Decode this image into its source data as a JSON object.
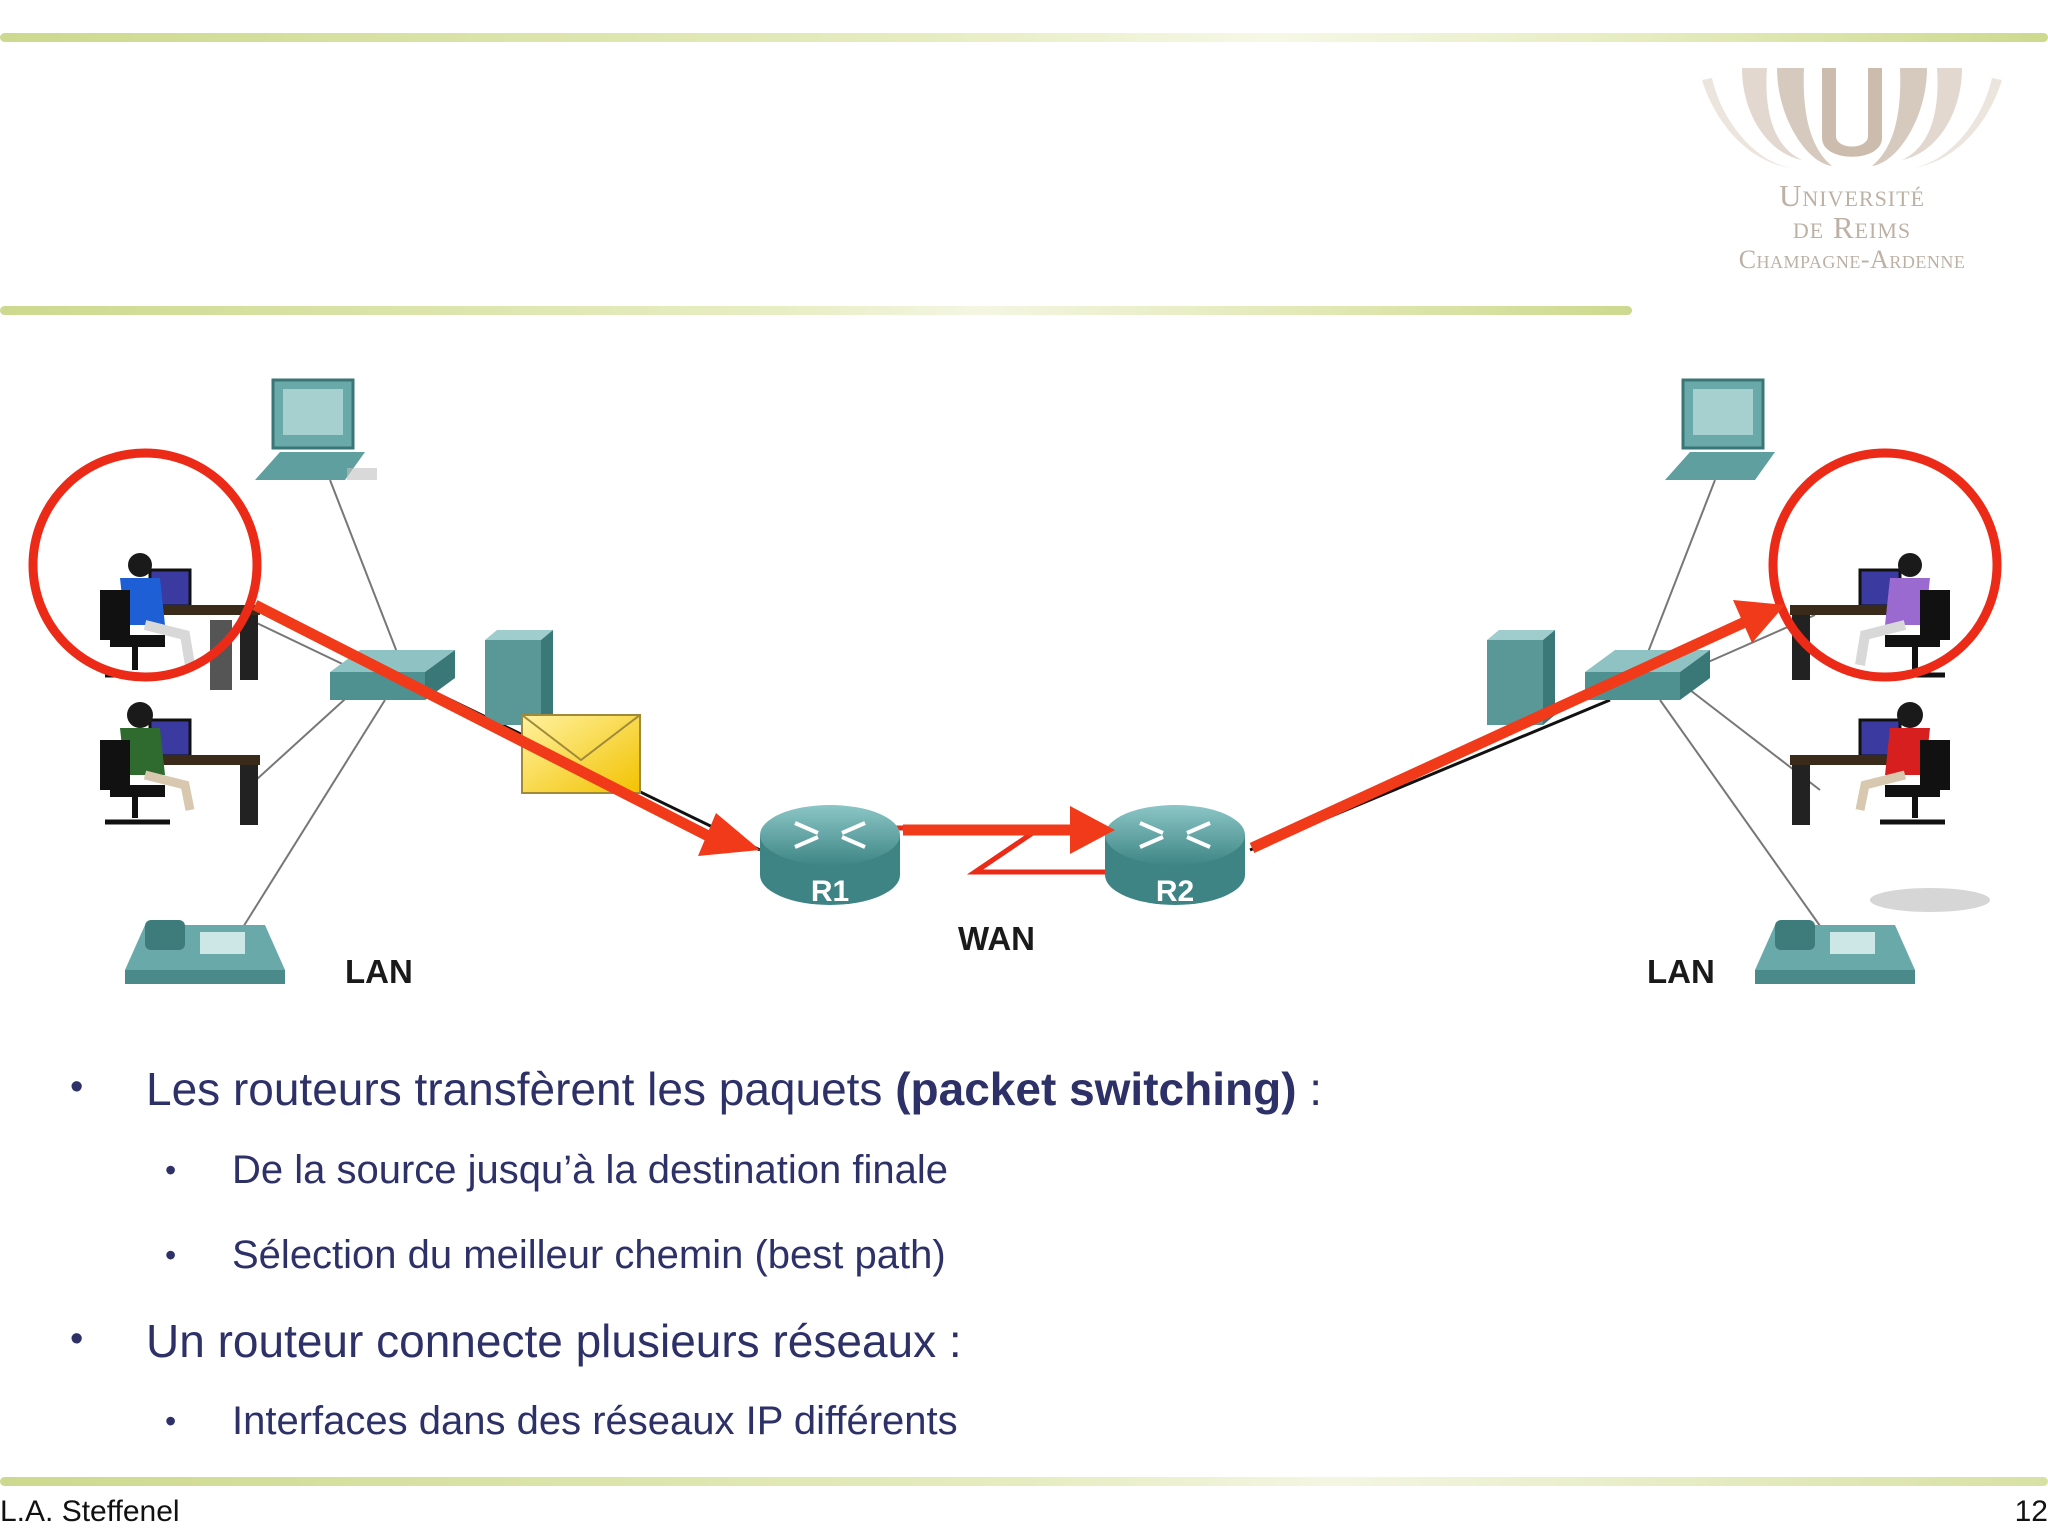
{
  "slide": {
    "logo": {
      "line1": "Université",
      "line2": "de Reims",
      "line3": "Champagne-Ardenne"
    },
    "diagram": {
      "lan_left": "LAN",
      "lan_right": "LAN",
      "wan": "WAN",
      "router1": "R1",
      "router2": "R2"
    },
    "bullets": [
      {
        "prefix": "Les routeurs transfèrent les paquets ",
        "bold": "(packet switching)",
        "suffix": " :"
      },
      {
        "text": "De la source jusqu’à la destination finale"
      },
      {
        "text": "Sélection du meilleur chemin (best path)"
      },
      {
        "text": "Un routeur connecte plusieurs réseaux :"
      },
      {
        "text": "Interfaces dans des réseaux IP différents"
      }
    ],
    "footer": {
      "author": "L.A. Steffenel",
      "page": "12"
    },
    "colors": {
      "accent_rule": "#cdd98e",
      "text": "#2e3168",
      "arrow": "#f03a1a",
      "device": "#5b9e9e",
      "highlight_circle": "#ec2a18"
    },
    "icons": [
      "logo-fan-icon",
      "computer-icon",
      "switch-icon",
      "server-icon",
      "ip-phone-icon",
      "user-workstation-icon",
      "router-icon",
      "envelope-icon",
      "wan-serial-link-icon"
    ]
  }
}
